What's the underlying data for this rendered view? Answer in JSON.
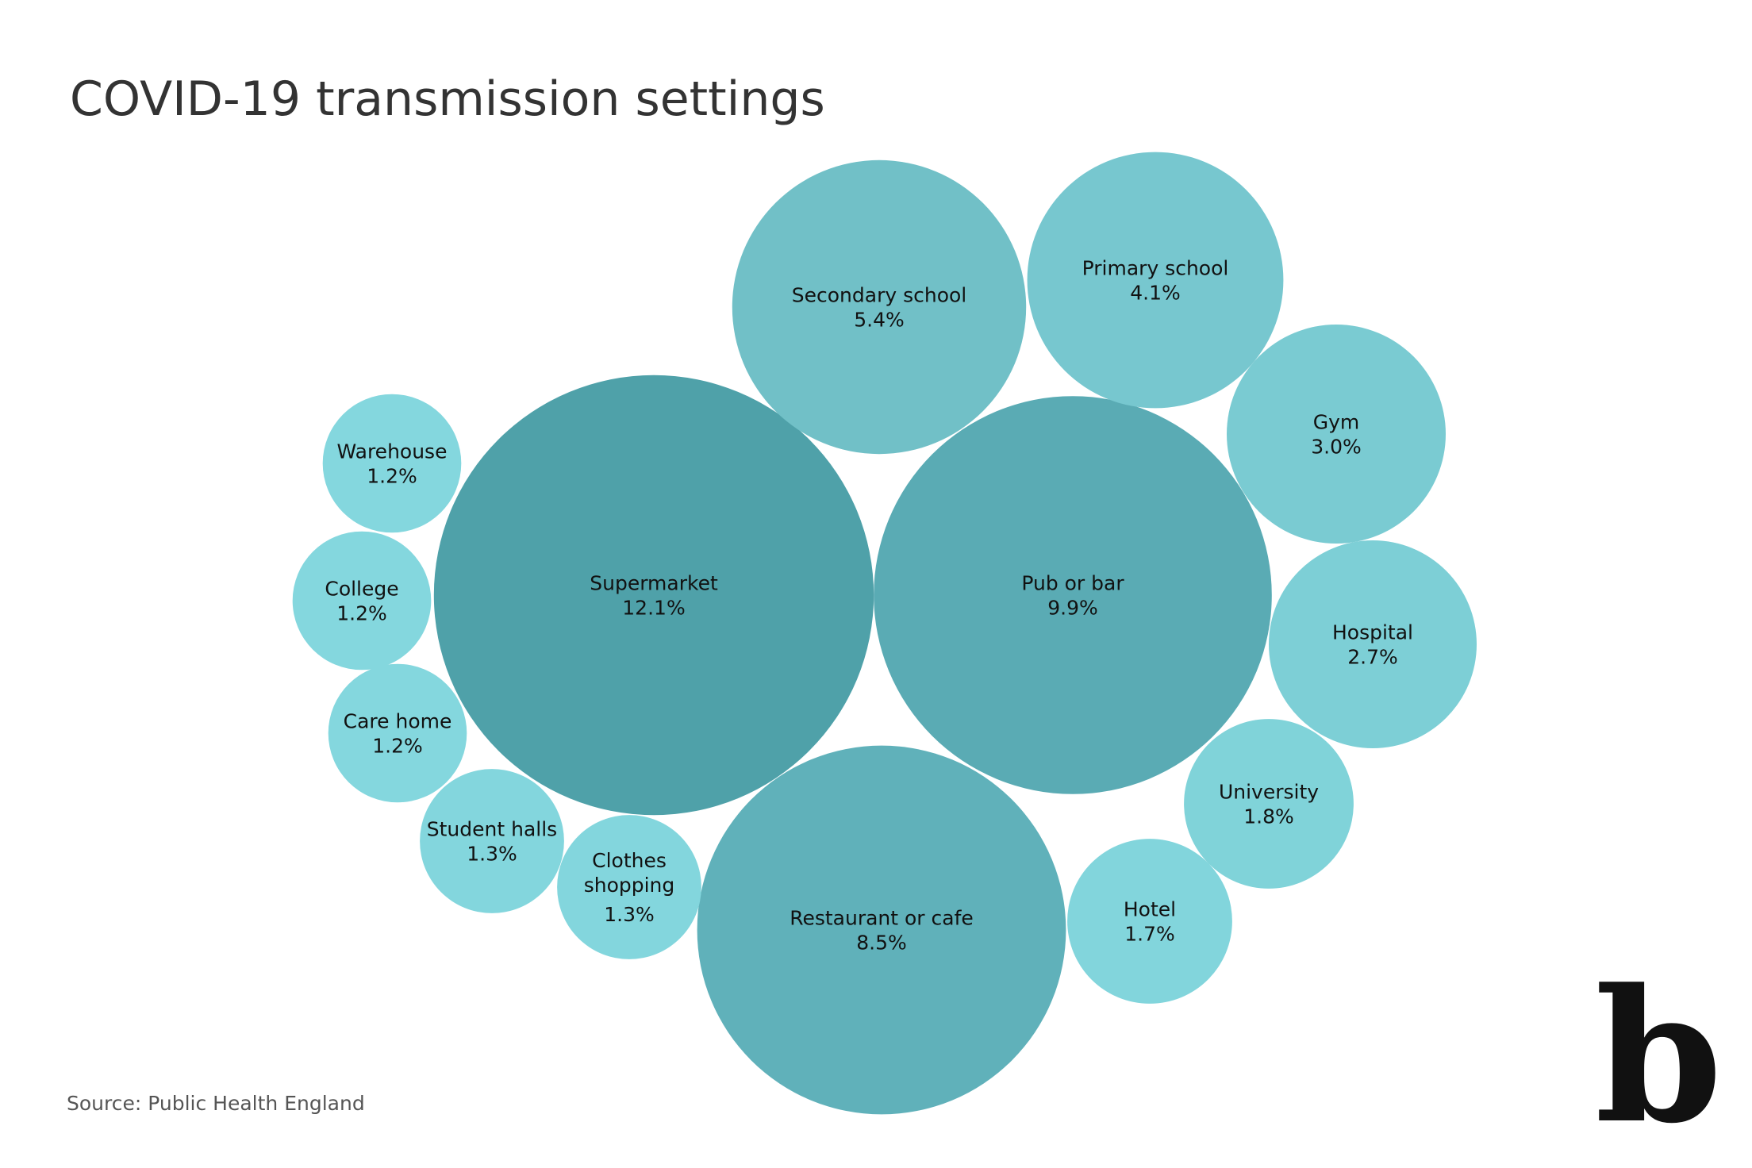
{
  "chart_data": {
    "type": "bubble",
    "title": "COVID-19 transmission settings",
    "source": "Source: Public Health England",
    "unit": "%",
    "items": [
      {
        "name": "Supermarket",
        "value_label": "12.1%",
        "value": 12.1
      },
      {
        "name": "Pub or bar",
        "value_label": "9.9%",
        "value": 9.9
      },
      {
        "name": "Restaurant or cafe",
        "value_label": "8.5%",
        "value": 8.5
      },
      {
        "name": "Secondary school",
        "value_label": "5.4%",
        "value": 5.4
      },
      {
        "name": "Primary school",
        "value_label": "4.1%",
        "value": 4.1
      },
      {
        "name": "Gym",
        "value_label": "3.0%",
        "value": 3.0
      },
      {
        "name": "Hospital",
        "value_label": "2.7%",
        "value": 2.7
      },
      {
        "name": "University",
        "value_label": "1.8%",
        "value": 1.8
      },
      {
        "name": "Hotel",
        "value_label": "1.7%",
        "value": 1.7
      },
      {
        "name": "Clothes shopping",
        "value_label": "1.3%",
        "value": 1.3
      },
      {
        "name": "Student halls",
        "value_label": "1.3%",
        "value": 1.3
      },
      {
        "name": "Care home",
        "value_label": "1.2%",
        "value": 1.2
      },
      {
        "name": "College",
        "value_label": "1.2%",
        "value": 1.2
      },
      {
        "name": "Warehouse",
        "value_label": "1.2%",
        "value": 1.2
      }
    ],
    "colors": {
      "Supermarket": "#4fa1a9",
      "Pub or bar": "#5aabb4",
      "Restaurant or cafe": "#60b1ba",
      "Secondary school": "#71c0c7",
      "Primary school": "#77c7cf",
      "Gym": "#7acbd2",
      "Hospital": "#7dcfd6",
      "University": "#80d3d9",
      "Hotel": "#82d5dc",
      "Clothes shopping": "#83d6dd",
      "Student halls": "#83d6dd",
      "Care home": "#84d7de",
      "College": "#84d7de",
      "Warehouse": "#84d7de"
    }
  },
  "logo": {
    "glyph": "b",
    "name": "b-logo-icon"
  }
}
